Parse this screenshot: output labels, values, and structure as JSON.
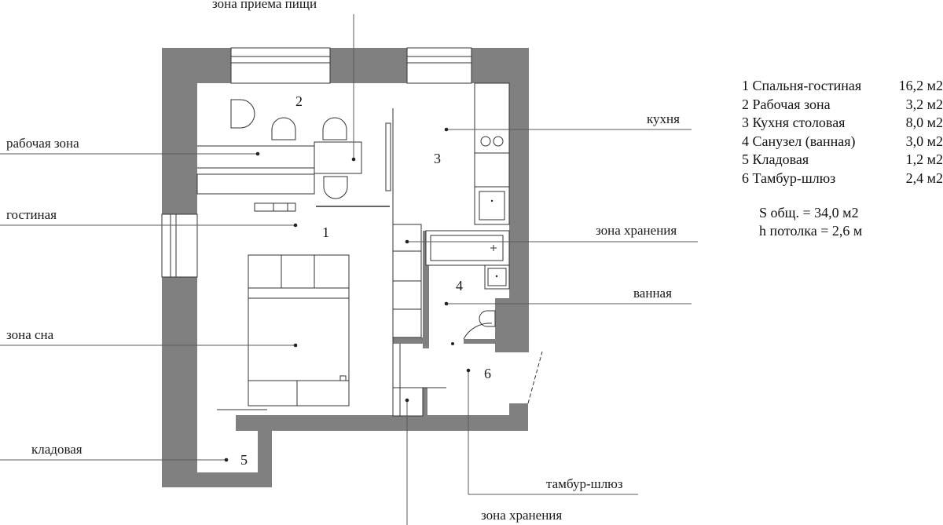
{
  "callouts": {
    "dining_zone": "зона приема пищи",
    "work_zone": "рабочая зона",
    "living_room": "гостиная",
    "sleep_zone": "зона сна",
    "pantry": "кладовая",
    "kitchen": "кухня",
    "storage_top": "зона хранения",
    "bathroom": "ванная",
    "vestibule": "тамбур-шлюз",
    "storage_bottom": "зона хранения"
  },
  "room_numbers": [
    "1",
    "2",
    "3",
    "4",
    "5",
    "6"
  ],
  "legend": [
    {
      "name": "1 Спальня-гостиная",
      "area": "16,2 м2"
    },
    {
      "name": "2 Рабочая зона",
      "area": "3,2 м2"
    },
    {
      "name": "3 Кухня столовая",
      "area": "8,0 м2"
    },
    {
      "name": "4 Санузел (ванная)",
      "area": "3,0 м2"
    },
    {
      "name": "5 Кладовая",
      "area": "1,2 м2"
    },
    {
      "name": "6 Тамбур-шлюз",
      "area": "2,4 м2"
    }
  ],
  "totals": {
    "total_area": "S общ. = 34,0 м2",
    "ceiling_height": "h потолка = 2,6 м"
  },
  "colors": {
    "wall": "#808080",
    "line": "#333333",
    "background": "#ffffff"
  }
}
